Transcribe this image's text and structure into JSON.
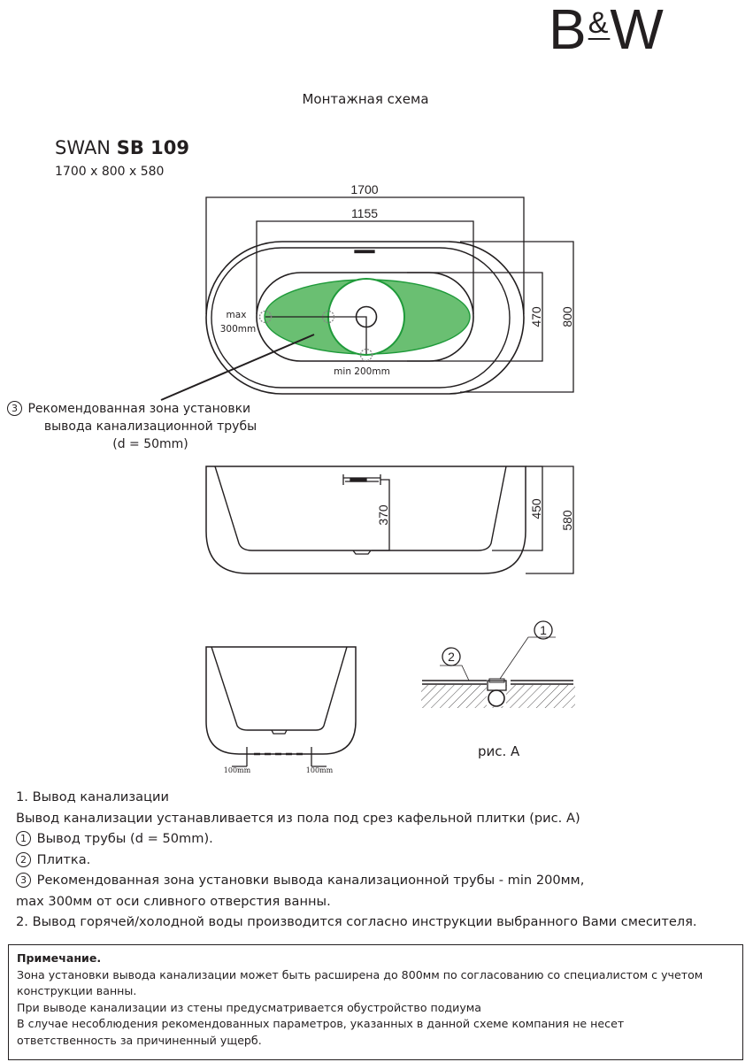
{
  "logo": {
    "left": "B",
    "amp": "&",
    "right": "W"
  },
  "title": "Монтажная схема",
  "model": {
    "prefix": "SWAN ",
    "name": "SB 109",
    "dimensions": "1700 x 800 x 580"
  },
  "top_view": {
    "dim_length": "1700",
    "dim_inner_length": "1155",
    "dim_inner_width": "470",
    "dim_width": "800",
    "max_label_1": "max",
    "max_label_2": "300mm",
    "min_label": "min 200mm",
    "zone_color": "#6abf72"
  },
  "zone_label": {
    "number": "3",
    "line1": "Рекомендованная зона установки",
    "line2": "вывода канализационной трубы",
    "line3": "(d = 50mm)"
  },
  "side_view": {
    "dim_drain": "370",
    "dim_inner": "450",
    "dim_total": "580"
  },
  "end_view": {
    "left_offset": "100mm",
    "right_offset": "100mm"
  },
  "figure_a": {
    "marker1": "1",
    "marker2": "2",
    "caption": "рис. А"
  },
  "instructions": {
    "item1_title": "1. Вывод канализации",
    "item1_text": "Вывод канализации устанавливается из пола под срез кафельной плитки (рис. А)",
    "sub1_num": "1",
    "sub1": "Вывод трубы (d = 50mm).",
    "sub2_num": "2",
    "sub2": "Плитка.",
    "sub3_num": "3",
    "sub3": "Рекомендованная зона установки вывода канализационной трубы - min 200мм,",
    "sub3_cont": "max 300мм от оси сливного отверстия ванны.",
    "item2": "2. Вывод горячей/холодной воды производится согласно инструкции выбранного Вами смесителя."
  },
  "note": {
    "heading": "Примечание.",
    "line1": "Зона установки вывода канализации может быть расширена до 800мм по согласованию со специалистом с учетом",
    "line2": "конструкции ванны.",
    "line3": "При выводе канализации из стены предусматривается обустройство подиума",
    "line4": "В случае несоблюдения рекомендованных параметров, указанных в данной схеме компания не несет",
    "line5": "ответственность за причиненный ущерб."
  }
}
